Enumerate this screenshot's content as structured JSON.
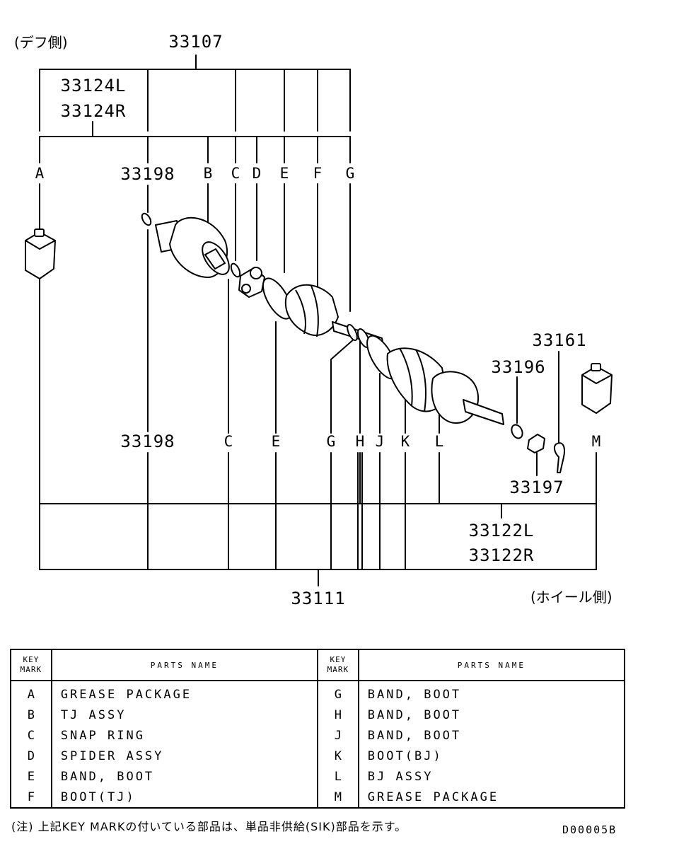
{
  "side_labels": {
    "diff_side": "(デフ側)",
    "wheel_side": "(ホイール側)"
  },
  "part_numbers": {
    "p33107": "33107",
    "p33124L": "33124L",
    "p33124R": "33124R",
    "p33198_top": "33198",
    "p33198_bottom": "33198",
    "p33161": "33161",
    "p33196": "33196",
    "p33197": "33197",
    "p33122L": "33122L",
    "p33122R": "33122R",
    "p33111": "33111"
  },
  "key_marks_top": [
    "A",
    "B",
    "C",
    "D",
    "E",
    "F",
    "G"
  ],
  "key_marks_bottom": [
    "C",
    "E",
    "G",
    "H",
    "J",
    "K",
    "L"
  ],
  "key_mark_m": "M",
  "table": {
    "key_header_line1": "KEY",
    "key_header_line2": "MARK",
    "name_header": "PARTS NAME",
    "left_rows": [
      {
        "key": "A",
        "name": "GREASE PACKAGE"
      },
      {
        "key": "B",
        "name": "TJ ASSY"
      },
      {
        "key": "C",
        "name": "SNAP RING"
      },
      {
        "key": "D",
        "name": "SPIDER ASSY"
      },
      {
        "key": "E",
        "name": "BAND, BOOT"
      },
      {
        "key": "F",
        "name": "BOOT(TJ)"
      }
    ],
    "right_rows": [
      {
        "key": "G",
        "name": "BAND, BOOT"
      },
      {
        "key": "H",
        "name": "BAND, BOOT"
      },
      {
        "key": "J",
        "name": "BAND, BOOT"
      },
      {
        "key": "K",
        "name": "BOOT(BJ)"
      },
      {
        "key": "L",
        "name": "BJ ASSY"
      },
      {
        "key": "M",
        "name": "GREASE PACKAGE"
      }
    ]
  },
  "note": "(注) 上記KEY MARKの付いている部品は、単品非供給(SIK)部品を示す。",
  "drawing_code": "D00005B"
}
